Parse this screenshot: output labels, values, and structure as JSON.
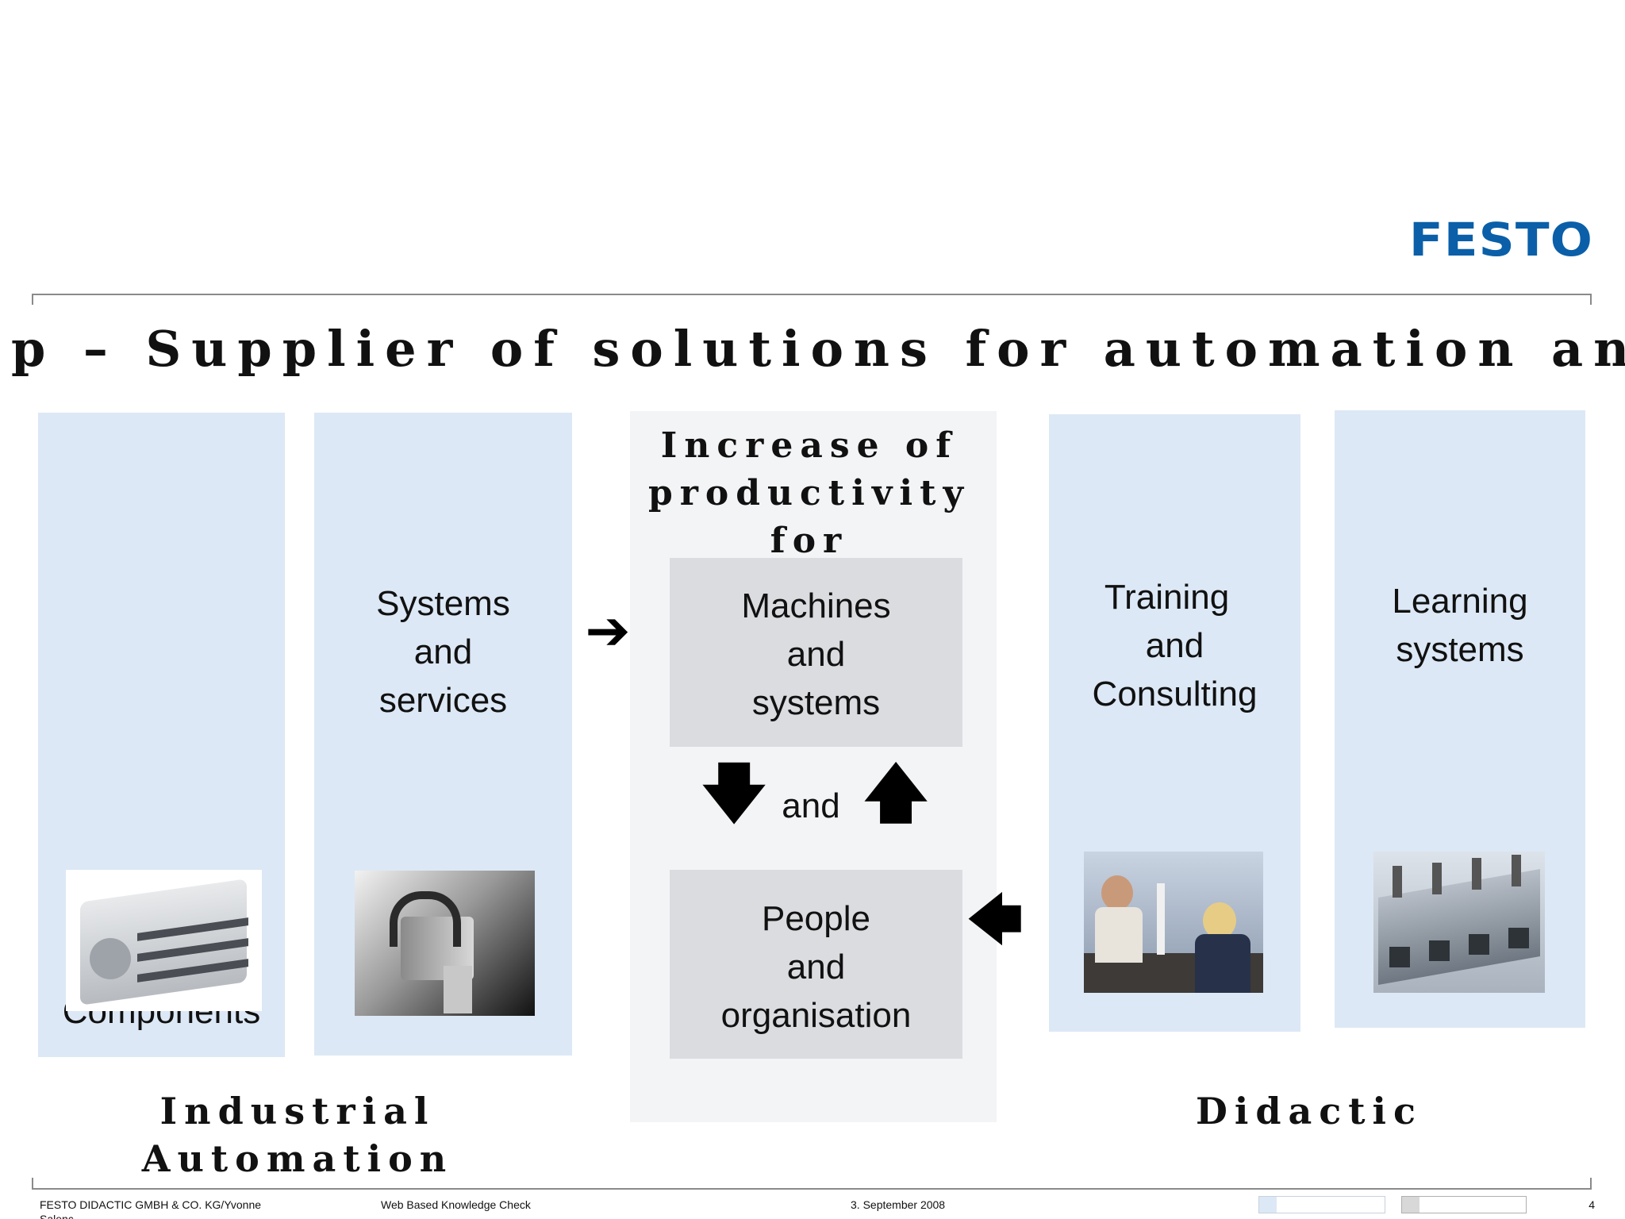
{
  "logo": {
    "text": "FESTO",
    "color": "#0a5fa8"
  },
  "title": "p  – Supplier of solutions for automation and learning",
  "columns": {
    "components": {
      "label": "Components"
    },
    "systems_services": {
      "line1": "Systems",
      "line2": "and",
      "line3": "services"
    },
    "training": {
      "line1": "Training",
      "line2": "and",
      "line3": "Consulting"
    },
    "learning": {
      "line1": "Learning",
      "line2": "systems"
    }
  },
  "center": {
    "heading_line1": "Increase of",
    "heading_line2": "productivity for",
    "machines": {
      "line1": "Machines",
      "line2": "and",
      "line3": "systems"
    },
    "and_text": "and",
    "people": {
      "line1": "People",
      "line2": "and",
      "line3": "organisation"
    }
  },
  "groups": {
    "industrial_line1": "Industrial",
    "industrial_line2": "Automation",
    "didactic": "Didactic"
  },
  "icons": {
    "arrow_right": "arrow-right",
    "arrow_down": "arrow-down",
    "arrow_up": "arrow-up",
    "arrow_left": "arrow-left"
  },
  "footer": {
    "company": "FESTO DIDACTIC GMBH & CO. KG/Yvonne",
    "company_line2": "Salenc",
    "document": "Web Based Knowledge Check",
    "date": "3. September 2008",
    "page": "4"
  },
  "colors": {
    "column_blue": "#dce8f5",
    "column_grey": "#f3f4f6",
    "box_grey": "#dadce0",
    "brand_blue": "#0a5fa8"
  }
}
